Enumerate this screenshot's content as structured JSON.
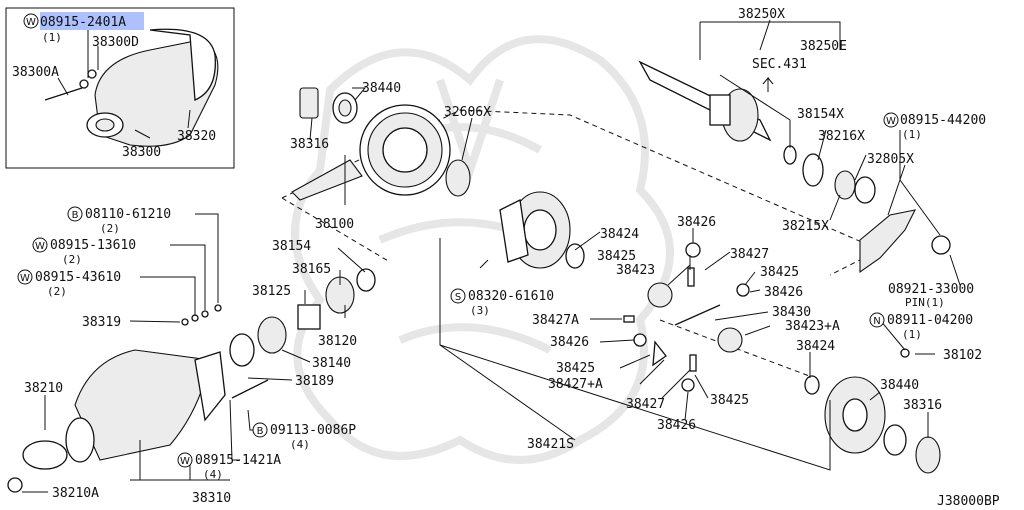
{
  "diagram": {
    "code": "J38000BP",
    "sec_ref": "SEC.431",
    "labels": {
      "p08915_2401a": "08915-2401A",
      "q1_a": "(1)",
      "p38300d": "38300D",
      "p38300a": "38300A",
      "p38320": "38320",
      "p38300": "38300",
      "p38250x": "38250X",
      "p38250e": "38250E",
      "p38440_top": "38440",
      "p38316_top": "38316",
      "p32606x": "32606X",
      "p38154x": "38154X",
      "p08915_44200": "08915-44200",
      "q1_b": "(1)",
      "p38216x": "38216X",
      "p32805x": "32805X",
      "p38215x": "38215X",
      "p38100": "38100",
      "p08110_61210": "08110-61210",
      "q2_a": "(2)",
      "p08915_13610": "08915-13610",
      "q2_b": "(2)",
      "p08915_43610": "08915-43610",
      "q2_c": "(2)",
      "p38319": "38319",
      "p38154": "38154",
      "p38165": "38165",
      "p38125": "38125",
      "p38120": "38120",
      "p38140": "38140",
      "p38189": "38189",
      "p09113_0086p": "09113-0086P",
      "q4_a": "(4)",
      "p08915_1421a": "08915-1421A",
      "q4_b": "(4)",
      "p38310": "38310",
      "p38210": "38210",
      "p38210a": "38210A",
      "p38424_a": "38424",
      "p38426_a": "38426",
      "p38425_a": "38425",
      "p38427_a": "38427",
      "p38423": "38423",
      "p38425_b": "38425",
      "p38426_b": "38426",
      "p08320_61610": "08320-61610",
      "q3_a": "(3)",
      "p08921_33000": "08921-33000",
      "pin1": "PIN(1)",
      "p38427a": "38427A",
      "p38430": "38430",
      "p38423a": "38423+A",
      "p08911_04200": "08911-04200",
      "q1_c": "(1)",
      "p38426_c": "38426",
      "p38425_c": "38425",
      "p38427a_plus": "38427+A",
      "p38424_b": "38424",
      "p38102": "38102",
      "p38427_b": "38427",
      "p38425_d": "38425",
      "p38426_d": "38426",
      "p38440_bot": "38440",
      "p38316_bot": "38316",
      "p38421s": "38421S"
    },
    "circle_marks": {
      "w1": "W",
      "w2": "W",
      "w3": "W",
      "w4": "W",
      "w5": "W",
      "b1": "B",
      "b2": "B",
      "s1": "S",
      "n1": "N"
    }
  }
}
